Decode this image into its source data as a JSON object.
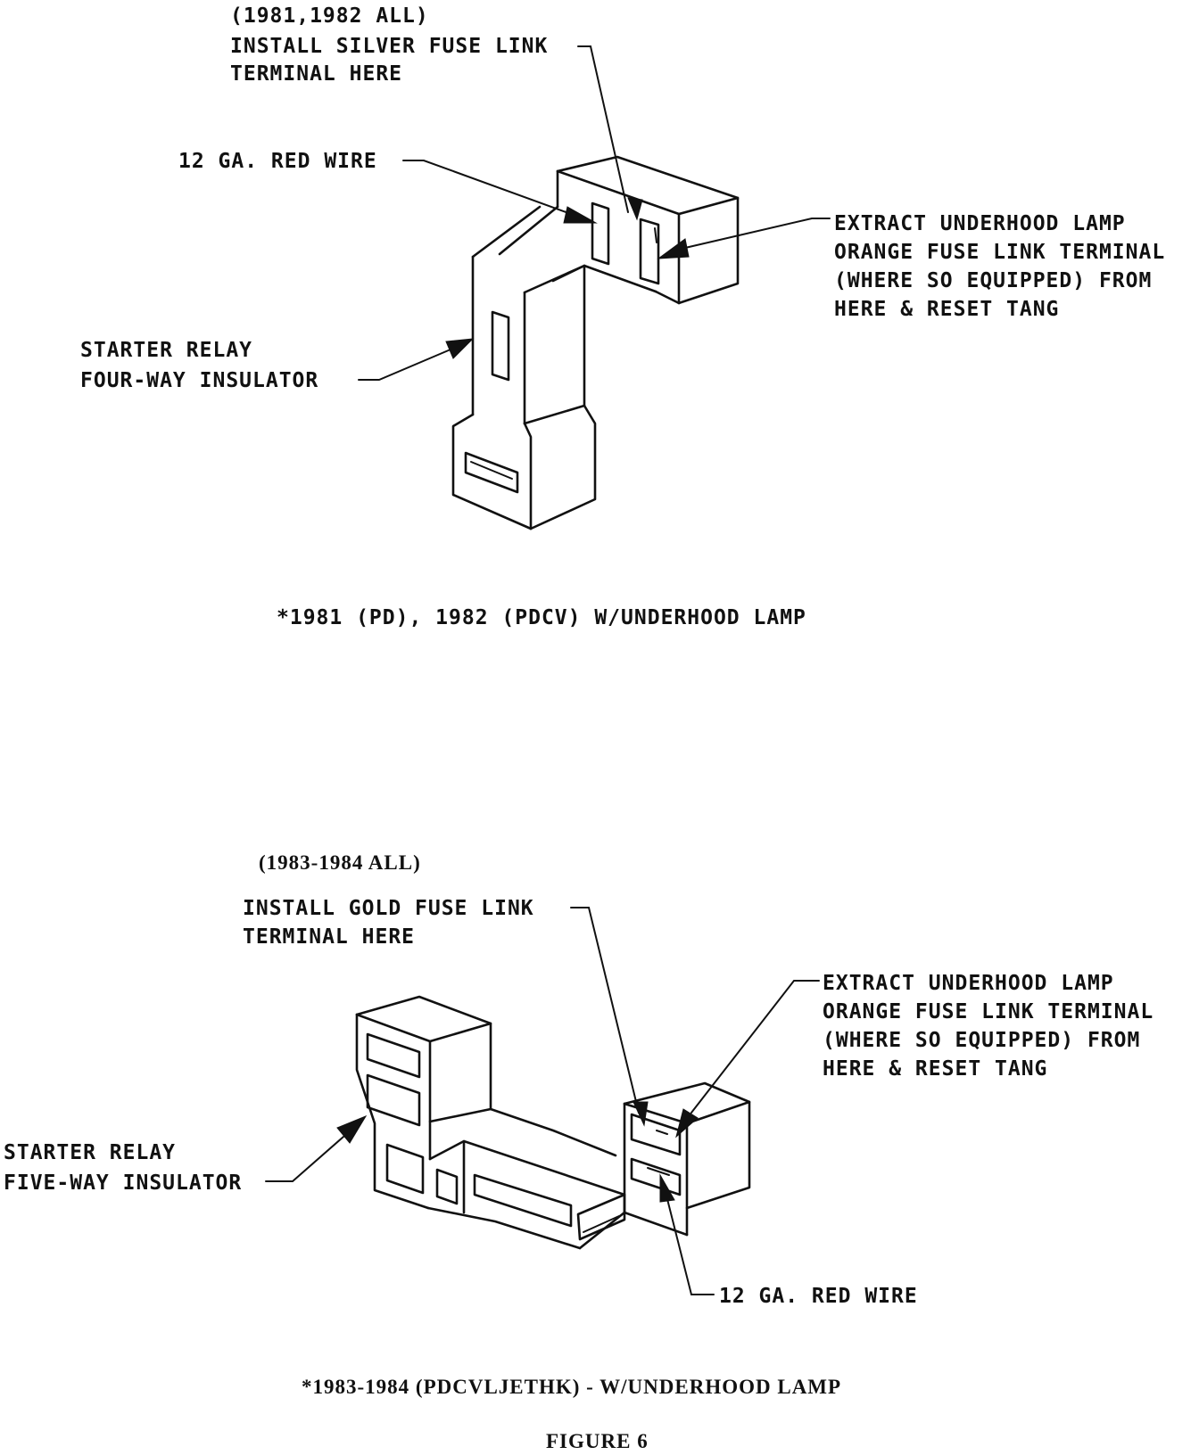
{
  "top": {
    "year_note": "(1981,1982 ALL)",
    "install_line1": "INSTALL SILVER FUSE LINK",
    "install_line2": "TERMINAL HERE",
    "red_wire": "12 GA. RED WIRE",
    "extract_line1": "EXTRACT UNDERHOOD LAMP",
    "extract_line2": "ORANGE FUSE LINK TERMINAL",
    "extract_line3": "(WHERE SO EQUIPPED) FROM",
    "extract_line4": "HERE & RESET TANG",
    "starter_line1": "STARTER RELAY",
    "starter_line2": "FOUR-WAY INSULATOR",
    "caption": "*1981 (PD), 1982 (PDCV) W/UNDERHOOD LAMP"
  },
  "bottom": {
    "year_note": "(1983-1984 ALL)",
    "install_line1": "INSTALL GOLD FUSE LINK",
    "install_line2": "TERMINAL HERE",
    "extract_line1": "EXTRACT UNDERHOOD LAMP",
    "extract_line2": "ORANGE FUSE LINK TERMINAL",
    "extract_line3": "(WHERE SO EQUIPPED) FROM",
    "extract_line4": "HERE & RESET TANG",
    "starter_line1": "STARTER RELAY",
    "starter_line2": "FIVE-WAY INSULATOR",
    "red_wire": "12 GA. RED WIRE",
    "caption": "*1983-1984 (PDCVLJETHK) - W/UNDERHOOD LAMP"
  },
  "figure_label": "FIGURE 6"
}
